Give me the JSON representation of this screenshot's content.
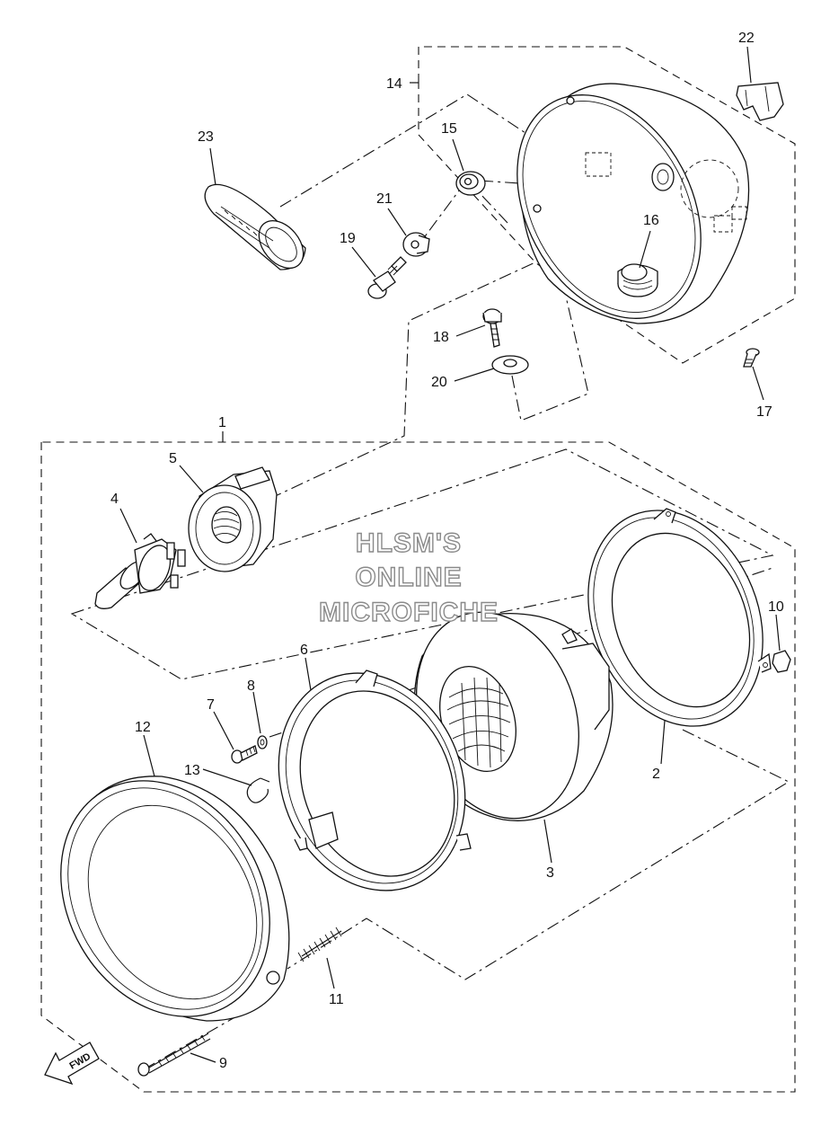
{
  "callouts": {
    "c1": "1",
    "c2": "2",
    "c3": "3",
    "c4": "4",
    "c5": "5",
    "c6": "6",
    "c7": "7",
    "c8": "8",
    "c9": "9",
    "c10": "10",
    "c11": "11",
    "c12": "12",
    "c13": "13",
    "c14": "14",
    "c15": "15",
    "c16": "16",
    "c17": "17",
    "c18": "18",
    "c19": "19",
    "c20": "20",
    "c21": "21",
    "c22": "22",
    "c23": "23"
  },
  "watermark": {
    "line1": "HLSM'S",
    "line2": "ONLINE",
    "line3": "MICROFICHE",
    "color": "#8a8a8a"
  },
  "fwd_label": "FWD"
}
